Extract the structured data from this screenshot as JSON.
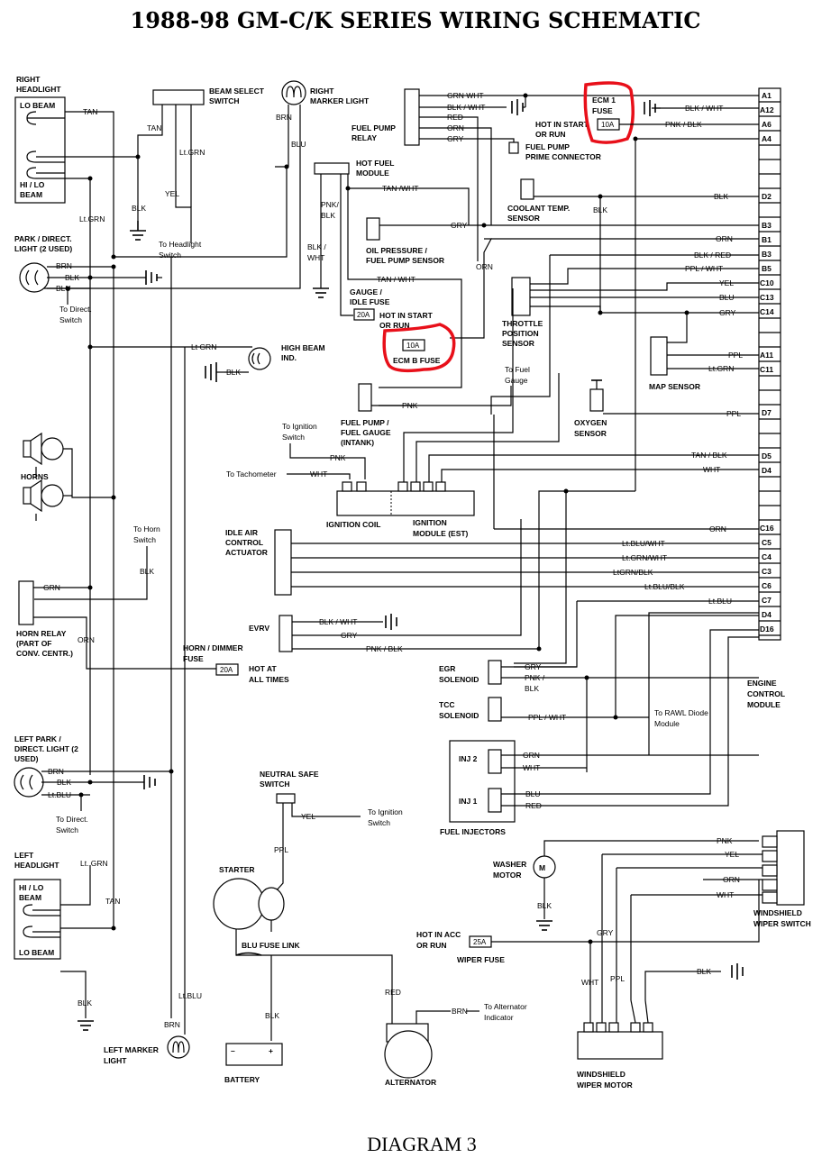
{
  "title": "1988-98 GM-C/K SERIES WIRING SCHEMATIC",
  "footer": "DIAGRAM 3",
  "colors": {
    "highlight": "#e8101a",
    "wire": "#000000"
  },
  "ecm": {
    "label_1": "ENGINE",
    "label_2": "CONTROL",
    "label_3": "MODULE",
    "pins": [
      "A1",
      "A12",
      "A6",
      "A4",
      "D2",
      "B3",
      "B1",
      "B3",
      "B5",
      "C10",
      "C13",
      "C14",
      "A11",
      "C11",
      "D7",
      "D5",
      "D4",
      "C16",
      "C5",
      "C4",
      "C3",
      "C6",
      "C7",
      "D4",
      "D16"
    ]
  },
  "components": {
    "right_headlight": [
      "RIGHT",
      "HEADLIGHT"
    ],
    "lo_beam": "LO BEAM",
    "hi_lo_beam": [
      "HI / LO",
      "BEAM"
    ],
    "beam_select_switch": [
      "BEAM SELECT",
      "SWITCH"
    ],
    "right_marker_light": [
      "RIGHT",
      "MARKER LIGHT"
    ],
    "fuel_pump_relay": [
      "FUEL PUMP",
      "RELAY"
    ],
    "ecm_1_fuse": [
      "ECM 1",
      "FUSE"
    ],
    "hot_in_start_or_run_1": [
      "HOT IN START",
      "OR RUN"
    ],
    "fuel_pump_prime": [
      "FUEL PUMP",
      "PRIME CONNECTOR"
    ],
    "hot_fuel_module": [
      "HOT FUEL",
      "MODULE"
    ],
    "coolant_temp_sensor": [
      "COOLANT TEMP.",
      "SENSOR"
    ],
    "oil_pressure": [
      "OIL PRESSURE /",
      "FUEL PUMP SENSOR"
    ],
    "gauge_idle_fuse": [
      "GAUGE /",
      "IDLE FUSE"
    ],
    "hot_in_start_or_run_2": [
      "HOT IN START",
      "OR RUN"
    ],
    "ecm_b_fuse": "ECM B FUSE",
    "throttle_position_sensor": [
      "THROTTLE",
      "POSITION",
      "SENSOR"
    ],
    "park_direct_light": [
      "PARK / DIRECT.",
      "LIGHT (2 USED)"
    ],
    "to_direct_switch_1": [
      "To Direct.",
      "Switch"
    ],
    "to_headlight_switch": [
      "To Headlight",
      "Switch"
    ],
    "high_beam_ind": [
      "HIGH BEAM",
      "IND."
    ],
    "map_sensor": "MAP SENSOR",
    "fuel_pump_gauge": [
      "FUEL PUMP /",
      "FUEL GAUGE",
      "(INTANK)"
    ],
    "to_fuel_gauge": [
      "To Fuel",
      "Gauge"
    ],
    "oxygen_sensor": [
      "OXYGEN",
      "SENSOR"
    ],
    "to_ignition_switch_1": [
      "To Ignition",
      "Switch"
    ],
    "to_tachometer": "To Tachometer",
    "ignition_coil": "IGNITION COIL",
    "ignition_module": [
      "IGNITION",
      "MODULE (EST)"
    ],
    "horns": "HORNS",
    "to_horn_switch": [
      "To Horn",
      "Switch"
    ],
    "idle_air_control": [
      "IDLE AIR",
      "CONTROL",
      "ACTUATOR"
    ],
    "horn_relay": [
      "HORN RELAY",
      "(PART OF",
      "CONV. CENTR.)"
    ],
    "evrv": "EVRV",
    "horn_dimmer_fuse": [
      "HORN / DIMMER",
      "FUSE"
    ],
    "hot_at_all_times": [
      "HOT AT",
      "ALL TIMES"
    ],
    "egr_solenoid": [
      "EGR",
      "SOLENOID"
    ],
    "tcc_solenoid": [
      "TCC",
      "SOLENOID"
    ],
    "to_rawl_diode": [
      "To RAWL Diode",
      "Module"
    ],
    "left_park_direct_light": [
      "LEFT PARK /",
      "DIRECT. LIGHT (2",
      "USED)"
    ],
    "to_direct_switch_2": [
      "To Direct.",
      "Switch"
    ],
    "inj_2": "INJ 2",
    "inj_1": "INJ 1",
    "fuel_injectors": "FUEL INJECTORS",
    "neutral_safe_switch": [
      "NEUTRAL SAFE",
      "SWITCH"
    ],
    "to_ignition_switch_2": [
      "To Ignition",
      "Switch"
    ],
    "left_headlight": [
      "LEFT",
      "HEADLIGHT"
    ],
    "starter": "STARTER",
    "washer_motor": [
      "WASHER",
      "MOTOR"
    ],
    "windshield_wiper_switch": [
      "WINDSHIELD",
      "WIPER SWITCH"
    ],
    "hot_in_acc_or_run": [
      "HOT IN ACC",
      "OR RUN"
    ],
    "wiper_fuse": "WIPER FUSE",
    "blu_fuse_link": "BLU FUSE LINK",
    "to_alternator_indicator": [
      "To Alternator",
      "Indicator"
    ],
    "left_marker_light": [
      "LEFT MARKER",
      "LIGHT"
    ],
    "battery": "BATTERY",
    "alternator": "ALTERNATOR",
    "windshield_wiper_motor": [
      "WINDSHIELD",
      "WIPER MOTOR"
    ]
  },
  "fuses": {
    "ecm_1": "10A",
    "gauge_idle": "20A",
    "ecm_b": "10A",
    "horn_dimmer": "20A",
    "wiper": "25A"
  },
  "wires": {
    "tan": "TAN",
    "tan2": "TAN",
    "tan3": "TAN",
    "blk": "BLK",
    "blk2": "BLK",
    "blk3": "BLK",
    "blk4": "BLK",
    "blk5": "BLK",
    "blk6": "BLK",
    "blk7": "BLK",
    "blk8": "BLK",
    "blk9": "BLK",
    "blk10": "BLK",
    "blk11": "BLK",
    "blk12": "BLK",
    "ltgrn_a": "Lt.GRN",
    "ltgrn_b": "Lt.GRN",
    "ltgrn_c": "Lt GRN",
    "ltgrn_d": "Lt. GRN",
    "ltgrn_e": "Lt.GRN",
    "yel": "YEL",
    "yel2": "YEL",
    "yel3": "YEL",
    "brn": "BRN",
    "brn2": "BRN",
    "brn3": "BRN",
    "brn4": "BRN",
    "brn5": "BRN",
    "blu": "BLU",
    "blu2": "BLU",
    "blu3": "BLU",
    "blu4": "BLU",
    "ltblu": "Lt.BLU",
    "ltblu2": "Lt.BLU",
    "grn_wht": "GRN WHT",
    "blk_wht": "BLK / WHT",
    "red": "RED",
    "orn": "ORN",
    "gry": "GRY",
    "blk_wht2": "BLK / WHT",
    "pnk_blk": "PNK / BLK",
    "tan_wht": "TAN /WHT",
    "pnk_blk2": "PNK/",
    "pnk_blk2b": "BLK",
    "blk_wht3": "BLK /",
    "blk_wht3b": "WHT",
    "gry2": "GRY",
    "orn2": "ORN",
    "orn3": "ORN",
    "blk_red": "BLK / RED",
    "ppl_wht": "PPL / WHT",
    "yel4": "YEL",
    "blu5": "BLU",
    "gry3": "GRY",
    "tan_wht2": "TAN / WHT",
    "pnk": "PNK",
    "ppl": "PPL",
    "ltgrn_f": "Lt.GRN",
    "ppl2": "PPL",
    "pnk2": "PNK",
    "wht": "WHT",
    "tan_blk": "TAN / BLK",
    "wht2": "WHT",
    "orn4": "ORN",
    "ltblu_wht": "Lt.BLU/WHT",
    "ltgrn_wht": "Lt.GRN/WHT",
    "ltgrn_blk": "LtGRN/BLK",
    "ltblu_blk": "Lt.BLU/BLK",
    "ltblu3": "Lt.BLU",
    "grn": "GRN",
    "orn5": "ORN",
    "blk_wht4": "BLK / WHT",
    "gry4": "GRY",
    "pnk_blk3": "PNK / BLK",
    "gry5": "GRY",
    "pnk3": "PNK /",
    "pnk3b": "BLK",
    "ppl_wht2": "PPL / WHT",
    "grn2": "GRN",
    "wht3": "WHT",
    "blu6": "BLU",
    "red2": "RED",
    "ppl3": "PPL",
    "yel5": "YEL",
    "pnk4": "PNK",
    "yel6": "YEL",
    "orn6": "ORN",
    "wht4": "WHT",
    "gry6": "GRY",
    "wht5": "WHT",
    "ppl4": "PPL",
    "blk13": "BLK",
    "red3": "RED",
    "blk14": "BLK",
    "brn6": "BRN"
  }
}
